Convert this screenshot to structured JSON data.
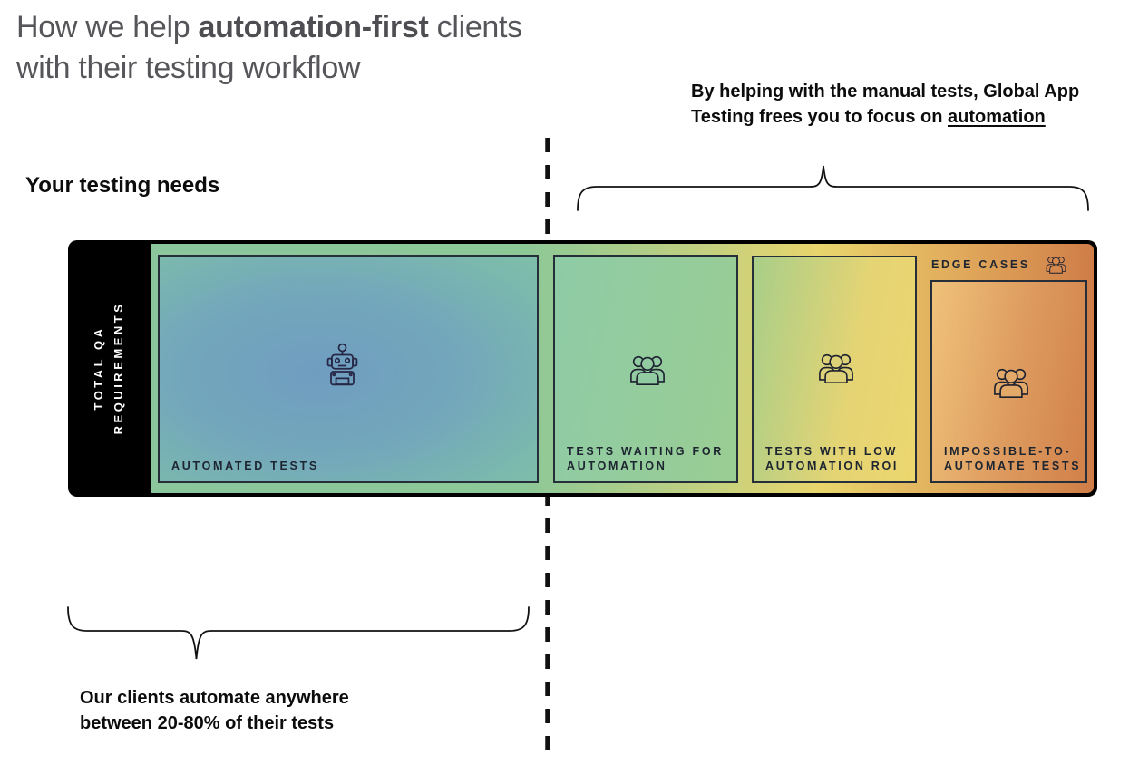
{
  "title": {
    "line1_prefix": "How we help ",
    "line1_bold": "automation-first",
    "line1_suffix": " clients",
    "line2": "with their testing workflow"
  },
  "annotations": {
    "top_right_line1": "By helping with the manual tests, Global App",
    "top_right_line2_prefix": "Testing frees you to focus on ",
    "top_right_line2_underlined": "automation",
    "testing_needs": "Your testing needs",
    "bottom_line1": "Our clients automate anywhere",
    "bottom_line2": "between 20-80% of their tests"
  },
  "bar": {
    "side_label": {
      "line1": "TOTAL QA",
      "line2": "REQUIREMENTS"
    },
    "edge_cases_header": "EDGE CASES",
    "sections": [
      {
        "name": "automated-tests",
        "icon": "robot-icon",
        "label_line1": "AUTOMATED TESTS",
        "label_line2": ""
      },
      {
        "name": "tests-waiting-for-automation",
        "icon": "people-group-icon",
        "label_line1": "TESTS WAITING FOR",
        "label_line2": "AUTOMATION"
      },
      {
        "name": "tests-with-low-automation-roi",
        "icon": "people-group-icon",
        "label_line1": "TESTS WITH LOW",
        "label_line2": "AUTOMATION ROI"
      },
      {
        "name": "impossible-to-automate-tests",
        "icon": "people-group-icon",
        "label_line1": "IMPOSSIBLE-TO-",
        "label_line2": "AUTOMATE TESTS"
      }
    ]
  },
  "colors": {
    "background": "#ffffff",
    "title_text": "#56565a",
    "annotation_text": "#0c0c0c",
    "bar_frame": "#000000",
    "side_label_text": "#ffffff",
    "box_border": "#262e3a",
    "box_label_text": "#1d2531",
    "icon_stroke": "#262645",
    "gradient_left_green": "#8cc69d",
    "gradient_mid_yellow": "#e9d56c",
    "gradient_right_orange": "#cf7d48",
    "box1_blue": "#6f9dc0",
    "box1_teal": "#7dbcab",
    "box2_green": "#8ecba6",
    "box3_yellow": "#ecd66e",
    "box4_orange": "#d1814a"
  }
}
